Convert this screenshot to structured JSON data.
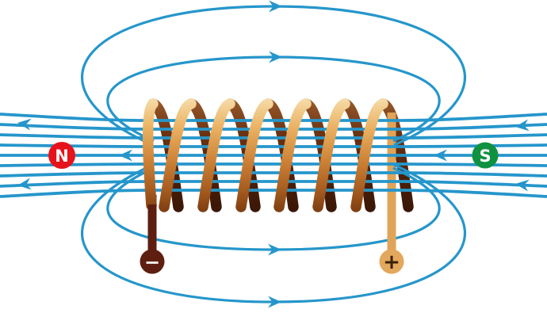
{
  "diagram": {
    "subject": "solenoid-magnetic-field-lines",
    "poles": {
      "north": {
        "label": "N",
        "badge_color": "#e6131b",
        "text_color": "#ffffff"
      },
      "south": {
        "label": "S",
        "badge_color": "#0f9142",
        "text_color": "#ffffff"
      }
    },
    "terminals": {
      "negative": {
        "label": "−",
        "circle_color": "#5e1f10",
        "text_color": "#ffffff"
      },
      "positive": {
        "label": "+",
        "circle_color": "#e3a85d",
        "text_color": "#3a2008"
      }
    },
    "field": {
      "line_color": "#2596cb"
    },
    "coil": {
      "turns": 7,
      "front_strand_color": "#d28a3c",
      "back_strand_color": "#4a2008",
      "negative_lead_color": "#5e1f10",
      "positive_lead_color": "#e0a458"
    }
  }
}
